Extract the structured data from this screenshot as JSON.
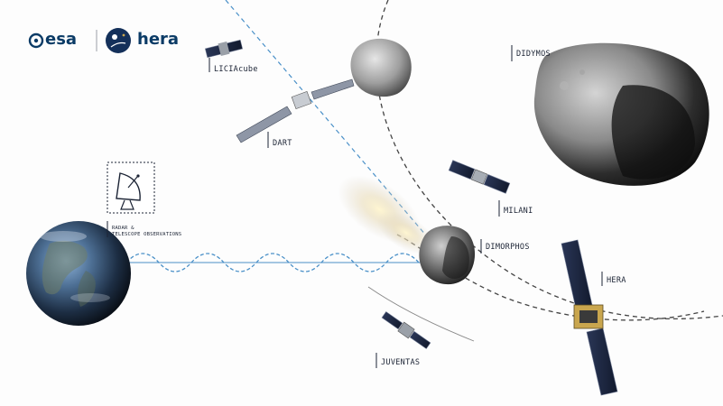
{
  "logos": {
    "esa": "esa",
    "mission": "hera"
  },
  "labels": {
    "liciacube": "LICIAcube",
    "dart": "DART",
    "didymos": "DIDYMOS",
    "milani": "MILANI",
    "dimorphos": "DIMORPHOS",
    "hera": "HERA",
    "juventas": "JUVENTAS",
    "radar": "RADAR &",
    "radar2": "TELESCOPE OBSERVATIONS"
  },
  "colors": {
    "label_text": "#1c2435",
    "trajectory_blue": "#4a90c8",
    "orbit_dash": "#444444",
    "esa_blue": "#0b3b66"
  },
  "icons": [
    "radar-dish-icon",
    "earth-icon",
    "asteroid-icon",
    "spacecraft-icon"
  ]
}
